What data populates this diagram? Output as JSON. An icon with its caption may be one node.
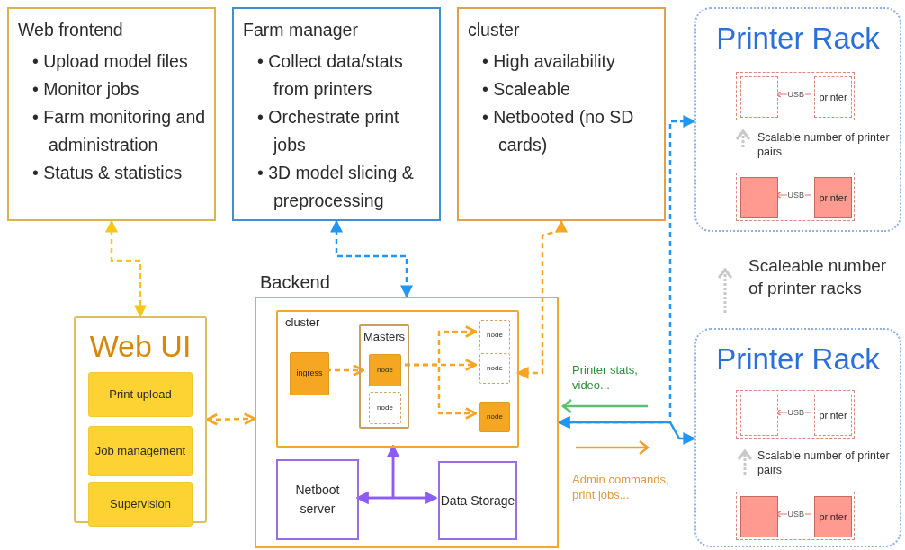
{
  "diagram": {
    "nodes": [
      {
        "text": [
          "Web frontend",
          "• Upload model files",
          "• Monitor jobs",
          "• Farm monitoring and administration",
          "• Status & statistics"
        ]
      },
      {
        "text": [
          "Farm manager",
          "• Collect data/stats from printers",
          "• Orchestrate print jobs",
          "• 3D model slicing & preprocessing"
        ]
      },
      {
        "text": [
          "cluster",
          "• High availability",
          "• Scaleable",
          "• Netbooted (no SD cards)"
        ]
      },
      {
        "text": [
          "Printer Rack"
        ]
      },
      {
        "text": [],
        "shape": "box",
        "in": 3
      },
      {
        "text": [],
        "shape": "box",
        "in": 4
      },
      {
        "text": [
          "printer"
        ],
        "in": 4
      },
      {
        "text": [],
        "shape": "box",
        "in": 3
      },
      {
        "text": [],
        "shape": "box",
        "in": 7
      },
      {
        "text": [
          "printer"
        ],
        "in": 7
      },
      {
        "text": [
          "Printer Rack"
        ]
      },
      {
        "text": [],
        "shape": "box",
        "in": 10
      },
      {
        "text": [],
        "shape": "box",
        "in": 11
      },
      {
        "text": [
          "printer"
        ],
        "in": 11
      },
      {
        "text": [],
        "shape": "box",
        "in": 10
      },
      {
        "text": [],
        "shape": "box",
        "in": 14
      },
      {
        "text": [
          "printer"
        ],
        "in": 14
      },
      {
        "text": [
          "Web UI"
        ]
      },
      {
        "text": [
          "Print upload"
        ],
        "in": 17
      },
      {
        "text": [
          "Job management"
        ],
        "in": 17
      },
      {
        "text": [
          "Supervision"
        ],
        "in": 17
      },
      {
        "text": [
          "Backend"
        ]
      },
      {
        "text": [
          "cluster"
        ],
        "in": 21
      },
      {
        "text": [
          "ingress"
        ],
        "in": 22
      },
      {
        "text": [
          "Masters"
        ],
        "in": 22
      },
      {
        "text": [
          "node"
        ],
        "in": 24
      },
      {
        "text": [
          "node"
        ],
        "in": 24
      },
      {
        "text": [
          "node"
        ],
        "in": 22
      },
      {
        "text": [
          "node"
        ],
        "in": 22
      },
      {
        "text": [
          "node"
        ],
        "in": 22
      },
      {
        "text": [
          "Netboot server"
        ],
        "in": 21
      },
      {
        "text": [
          "Data Storage"
        ],
        "in": 21
      }
    ],
    "edges": [
      {
        "from": 0,
        "to": 17,
        "arrow": "both",
        "style": "dashed",
        "color": "#f5c518"
      },
      {
        "from": 1,
        "to": 21,
        "arrow": "both",
        "style": "dashed",
        "color": "#2196f3"
      },
      {
        "from": 2,
        "to": 22,
        "arrow": "both",
        "style": "dashed"
      },
      {
        "from": 17,
        "to": 21,
        "arrow": "both",
        "style": "dashed"
      },
      {
        "from": 23,
        "to": 25,
        "arrow": "to",
        "style": "dashed"
      },
      {
        "from": 25,
        "to": 27,
        "arrow": "to",
        "style": "dashed"
      },
      {
        "from": 25,
        "to": 28,
        "arrow": "to",
        "style": "dashed"
      },
      {
        "from": 25,
        "to": 29,
        "arrow": "to",
        "style": "dashed"
      },
      {
        "from": 21,
        "to": 3,
        "arrow": "both",
        "style": "dashed",
        "color": "#2196f3"
      },
      {
        "from": 21,
        "to": 10,
        "arrow": "both",
        "color": "#2196f3"
      },
      {
        "from": 22,
        "to": 30,
        "arrow": "both",
        "color": "#8b5cf6"
      },
      {
        "from": 22,
        "to": 31,
        "arrow": "both",
        "color": "#8b5cf6"
      },
      {
        "from": 30,
        "to": 31,
        "arrow": "both",
        "color": "#8b5cf6"
      },
      {
        "from": 6,
        "to": 5,
        "arrow": "to",
        "label": "USB",
        "color": "#e57373"
      },
      {
        "from": 9,
        "to": 8,
        "arrow": "to",
        "label": "USB",
        "color": "#e57373"
      },
      {
        "from": 13,
        "to": 12,
        "arrow": "to",
        "label": "USB",
        "color": "#e57373"
      },
      {
        "from": 16,
        "to": 15,
        "arrow": "to",
        "label": "USB",
        "color": "#e57373"
      }
    ],
    "labels": [
      "Scalable number of printer pairs",
      "Scaleable number of printer racks",
      "Printer stats, video...",
      "Admin commands, print jobs...",
      "Scalable number of printer pairs"
    ]
  }
}
